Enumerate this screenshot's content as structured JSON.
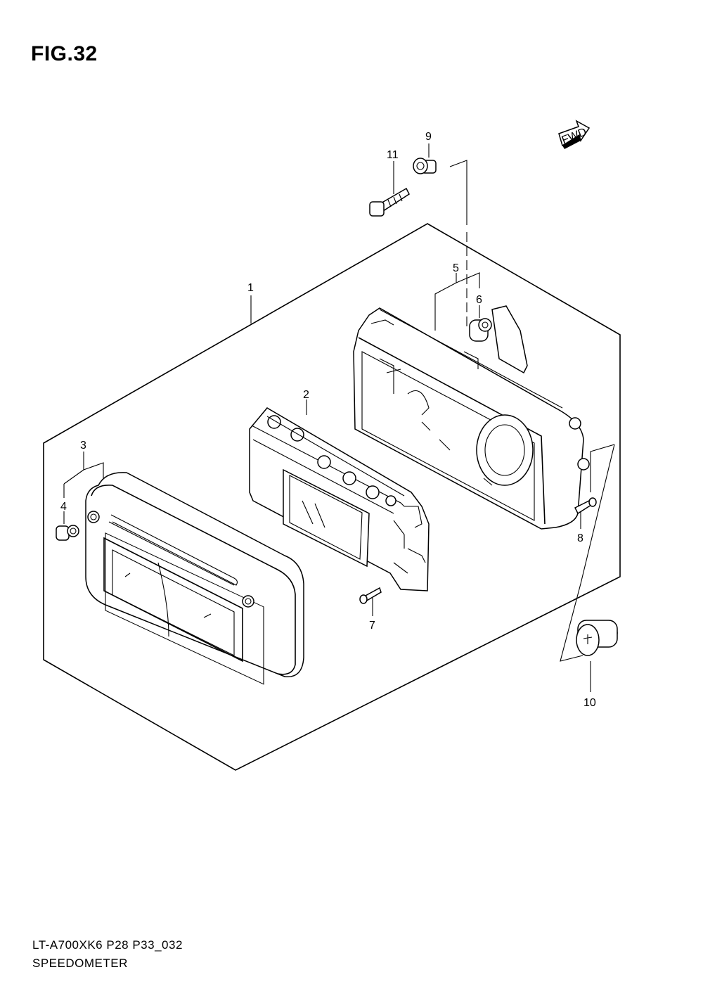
{
  "figure": {
    "title": "FIG.32"
  },
  "fwd_badge": "FWD",
  "callouts": {
    "c1": "1",
    "c2": "2",
    "c3": "3",
    "c4": "4",
    "c5": "5",
    "c6": "6",
    "c7": "7",
    "c8": "8",
    "c9": "9",
    "c10": "10",
    "c11": "11"
  },
  "footer": {
    "model_code": "LT-A700XK6 P28 P33_032",
    "caption": "SPEEDOMETER"
  }
}
